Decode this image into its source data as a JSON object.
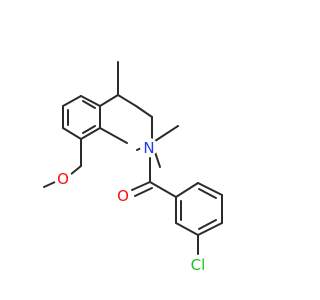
{
  "molecule": {
    "colors": {
      "bond": "#2b2b2b",
      "nitrogen": "#1f3df0",
      "oxygen": "#ff0d0d",
      "chlorine": "#1fc21f",
      "background": "#ffffff"
    },
    "atom_labels": {
      "nitrogen": "N",
      "carbonyl_oxygen": "O",
      "methoxy_oxygen": "O",
      "chlorine": "Cl"
    }
  }
}
